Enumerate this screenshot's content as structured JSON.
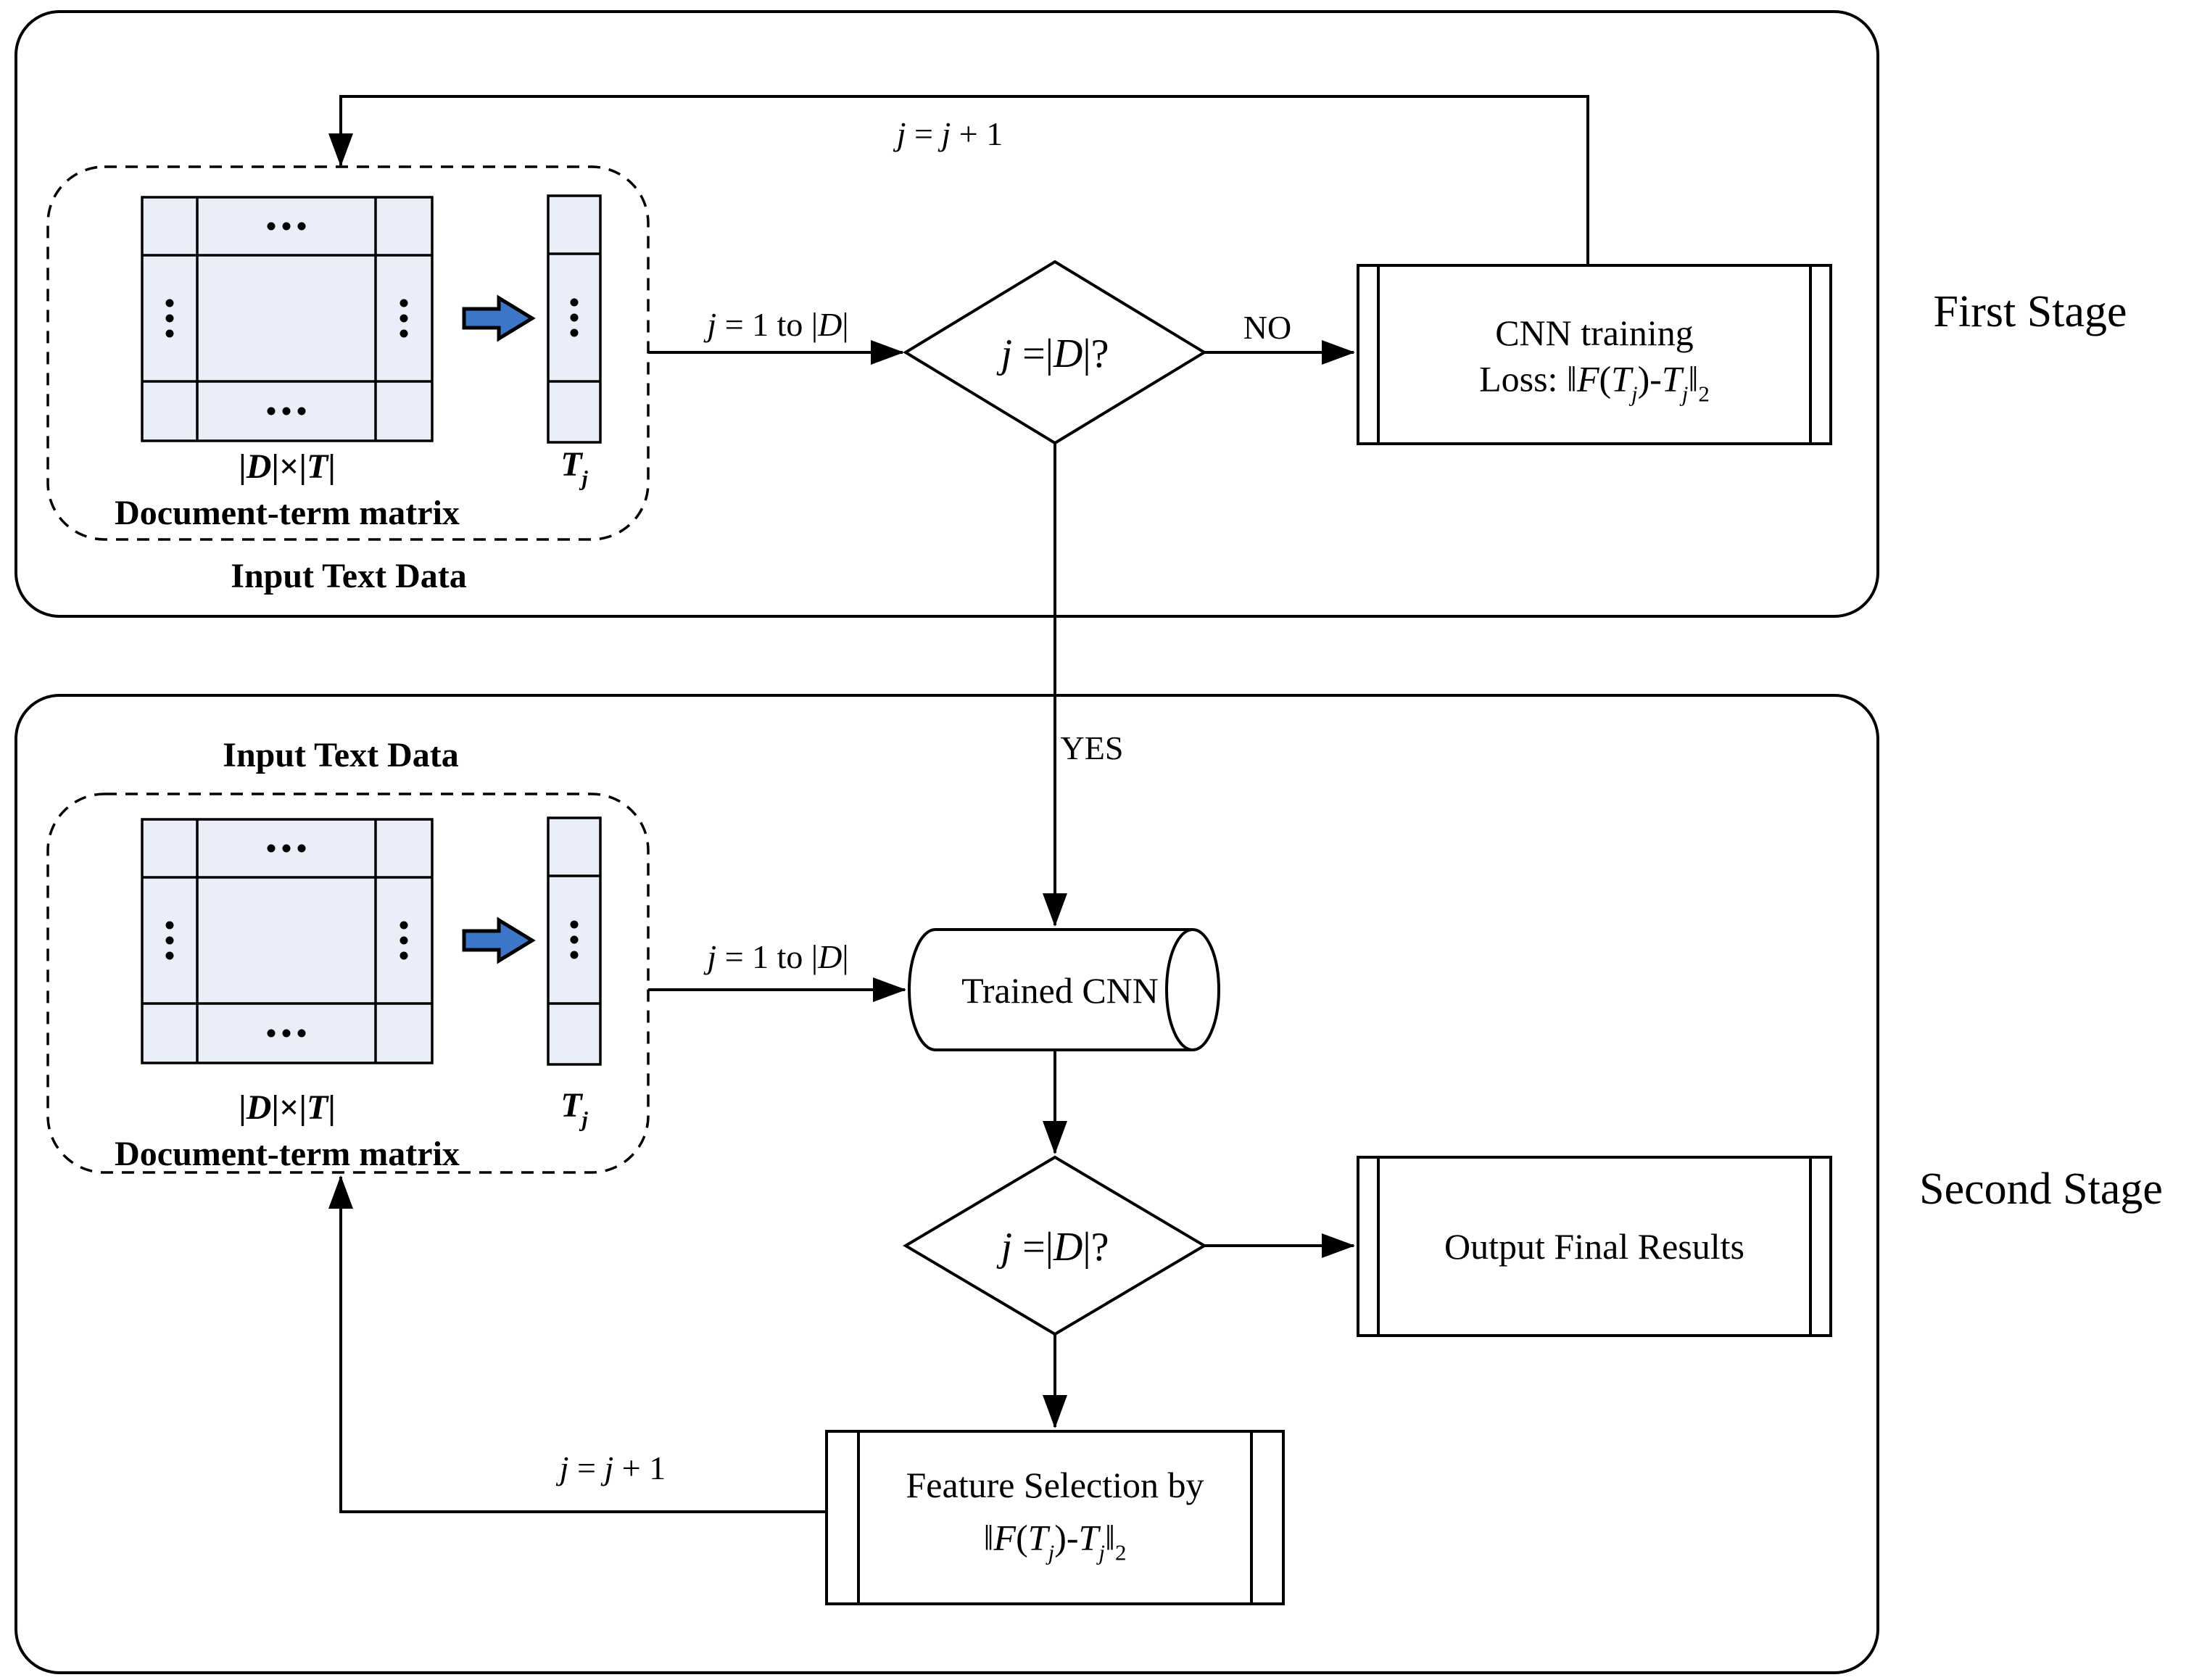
{
  "colors": {
    "cell_fill": "#e9eef8",
    "arrow_blue": "#3b76c8",
    "stroke": "#000000",
    "background": "#ffffff"
  },
  "stage1": {
    "title": "First Stage",
    "loop_label": [
      [
        "j",
        "i"
      ],
      [
        " = "
      ],
      [
        "j",
        "i"
      ],
      [
        " + 1"
      ]
    ],
    "input_group": {
      "label": "Input Text Data",
      "matrix_dim": [
        [
          "|",
          "b"
        ],
        [
          "D",
          "b i"
        ],
        [
          "|×|",
          "b"
        ],
        [
          "T",
          "b i"
        ],
        [
          "|",
          "b"
        ]
      ],
      "matrix_caption": "Document-term matrix",
      "vector_label": [
        [
          "T",
          "b i"
        ],
        [
          "j",
          "b i sub"
        ]
      ]
    },
    "iter_label": [
      [
        "j",
        "i"
      ],
      [
        " = 1 to |"
      ],
      [
        "D",
        "i"
      ],
      [
        "|"
      ]
    ],
    "decision_label": [
      [
        "j",
        "i"
      ],
      [
        " =|"
      ],
      [
        "D",
        "i"
      ],
      [
        "|?"
      ]
    ],
    "no_label": "NO",
    "yes_label": "YES",
    "process": {
      "line1": "CNN training",
      "line2": [
        [
          "Loss: ‖"
        ],
        [
          "F",
          "i"
        ],
        [
          "("
        ],
        [
          "T",
          "i"
        ],
        [
          "j",
          "i sub"
        ],
        [
          ")-"
        ],
        [
          "T",
          "i"
        ],
        [
          "j",
          "i sub"
        ],
        [
          "‖"
        ],
        [
          "2",
          "sub"
        ]
      ]
    }
  },
  "stage2": {
    "title": "Second Stage",
    "input_group": {
      "label": "Input Text Data",
      "matrix_dim": [
        [
          "|",
          "b"
        ],
        [
          "D",
          "b i"
        ],
        [
          "|×|",
          "b"
        ],
        [
          "T",
          "b i"
        ],
        [
          "|",
          "b"
        ]
      ],
      "matrix_caption": "Document-term matrix",
      "vector_label": [
        [
          "T",
          "b i"
        ],
        [
          "j",
          "b i sub"
        ]
      ]
    },
    "iter_label": [
      [
        "j",
        "i"
      ],
      [
        " = 1 to |"
      ],
      [
        "D",
        "i"
      ],
      [
        "|"
      ]
    ],
    "cylinder_label": "Trained CNN",
    "decision_label": [
      [
        "j",
        "i"
      ],
      [
        " =|"
      ],
      [
        "D",
        "i"
      ],
      [
        "|?"
      ]
    ],
    "output_label": "Output Final Results",
    "feature": {
      "line1": "Feature Selection by",
      "line2": [
        [
          "‖"
        ],
        [
          "F",
          "i"
        ],
        [
          "("
        ],
        [
          "T",
          "i"
        ],
        [
          "j",
          "i sub"
        ],
        [
          ")-"
        ],
        [
          "T",
          "i"
        ],
        [
          "j",
          "i sub"
        ],
        [
          "‖"
        ],
        [
          "2",
          "sub"
        ]
      ]
    },
    "loop_label": [
      [
        "j",
        "i"
      ],
      [
        " = "
      ],
      [
        "j",
        "i"
      ],
      [
        " + 1"
      ]
    ]
  }
}
